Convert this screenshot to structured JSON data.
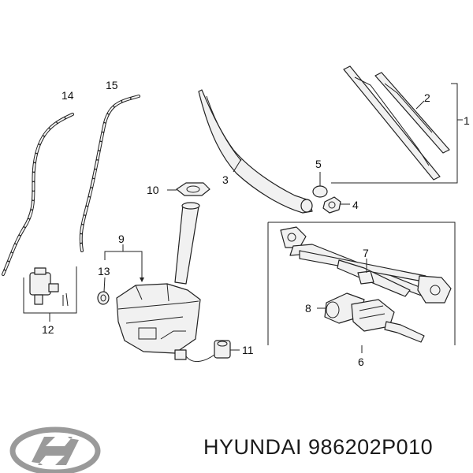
{
  "callouts": [
    "1",
    "2",
    "3",
    "4",
    "5",
    "6",
    "7",
    "8",
    "9",
    "10",
    "11",
    "12",
    "13",
    "14",
    "15"
  ],
  "brand": "HYUNDAI",
  "part_number": "986202P010",
  "logo_icon": "hyundai-logo-icon"
}
